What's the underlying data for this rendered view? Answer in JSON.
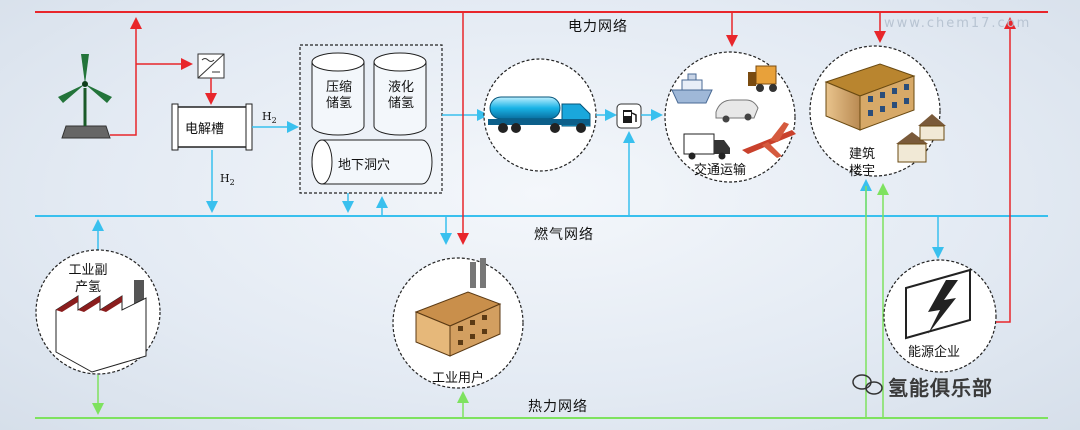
{
  "networks": {
    "power": "电力网络",
    "gas": "燃气网络",
    "heat": "热力网络"
  },
  "nodes": {
    "electrolyzer": "电解槽",
    "storage_compressed": "压缩储氢",
    "storage_liquid": "液化储氢",
    "underground_cave": "地下洞穴",
    "transport": "交通运输",
    "buildings": "建筑楼宇",
    "industrial_byproduct": "工业副产氢",
    "industrial_users": "工业用户",
    "energy_company": "能源企业"
  },
  "flow_labels": {
    "h2_right": "H",
    "h2_down": "H",
    "subscript": "2"
  },
  "watermark": {
    "wechat": "氢能俱乐部",
    "site": "www.chem17.com"
  },
  "colors": {
    "power": "#e8262b",
    "gas": "#39c0ee",
    "heat": "#7ee25f"
  },
  "icons": [
    "wind-turbine-icon",
    "inverter-icon",
    "tanker-truck-icon",
    "fuel-pump-icon",
    "factory-icon",
    "building-icon",
    "lightning-icon",
    "wechat-icon"
  ]
}
